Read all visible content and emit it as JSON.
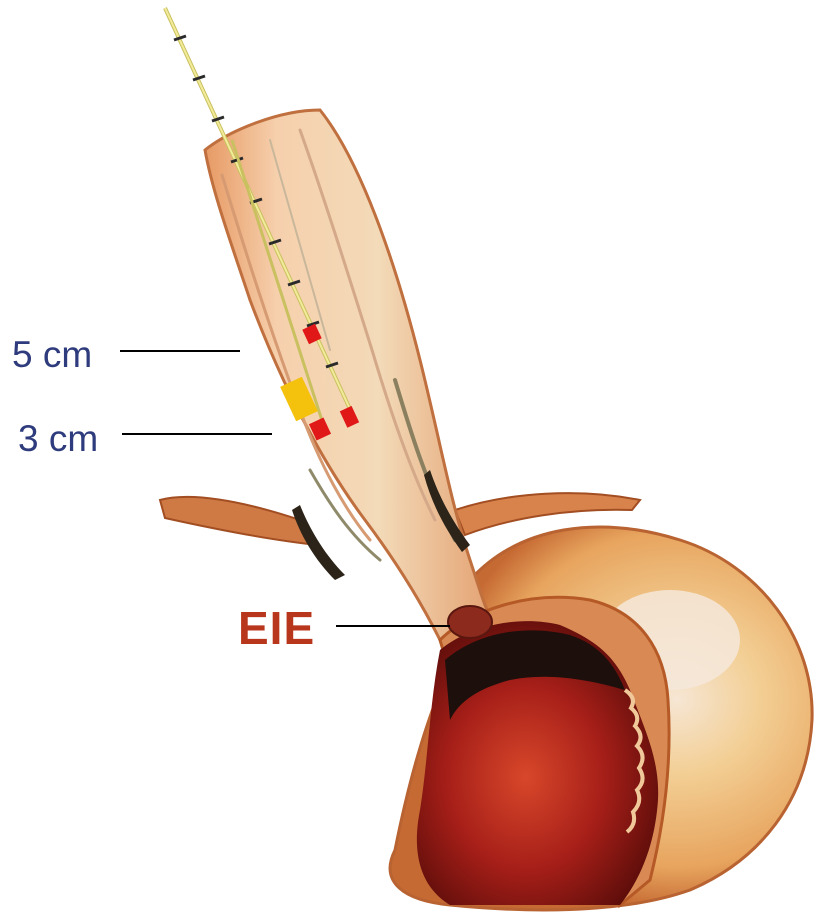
{
  "labels": {
    "five_cm": "5 cm",
    "three_cm": "3 cm",
    "eie": "EIE"
  },
  "colors": {
    "label_blue": "#2e3b7c",
    "eie_red": "#b8371c",
    "tissue_light": "#f7d2ad",
    "tissue_mid": "#e9a26d",
    "tissue_dark": "#b8552a",
    "stomach_inner": "#b5261c",
    "stomach_outer": "#f2c48a",
    "catheter_line": "#e8e070",
    "sensor_red": "#e01818",
    "sensor_yellow": "#f4c20d"
  },
  "icons": {
    "catheter": "ph-catheter",
    "sensors": "electrode-sensors"
  }
}
